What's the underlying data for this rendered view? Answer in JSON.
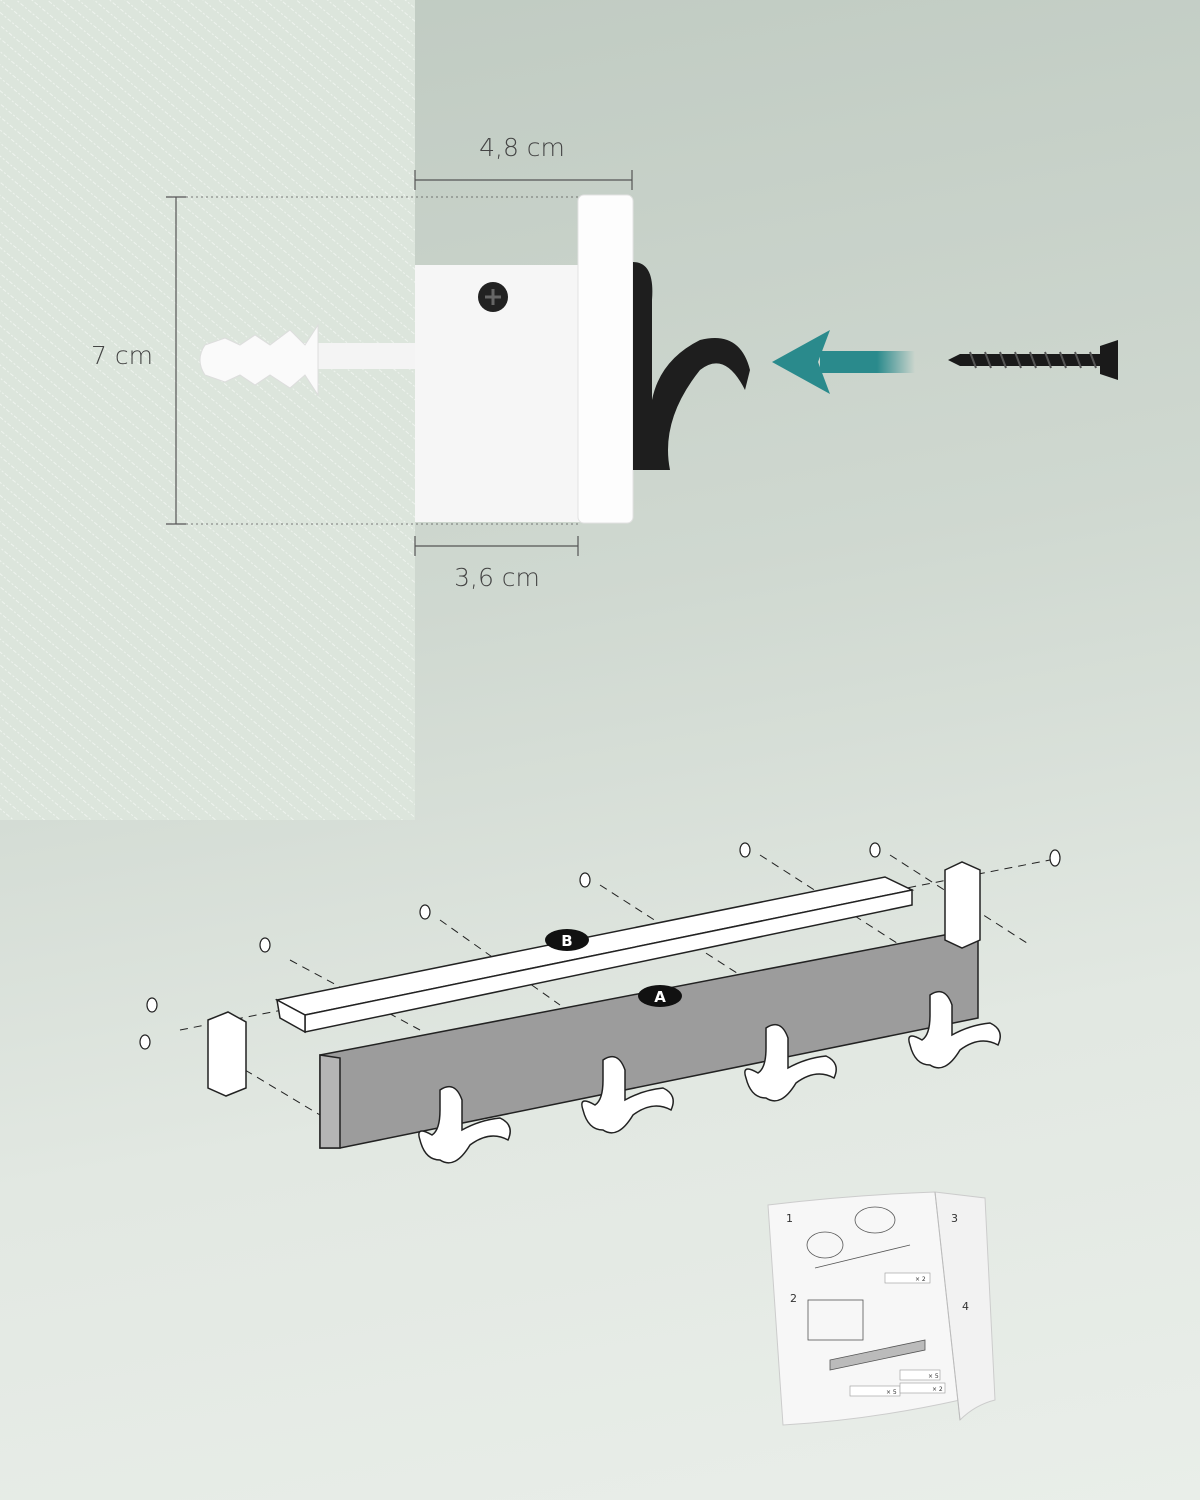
{
  "dimensions": {
    "width": "4,8 cm",
    "height": "7 cm",
    "depth": "3,6 cm"
  },
  "parts": {
    "rail": "B",
    "board": "A"
  },
  "manual": {
    "steps": [
      "1",
      "2",
      "3",
      "4"
    ],
    "quantities": [
      "× 2",
      "× 5",
      "× 5",
      "× 2"
    ]
  },
  "colors": {
    "arrow": "#2a8a8c",
    "hook": "#1e1e1e",
    "board": "#9c9c9c",
    "wall": "#dfe7df"
  },
  "icons": [
    "wall-anchor-icon",
    "screw-icon",
    "arrow-left-icon",
    "hook-icon"
  ]
}
